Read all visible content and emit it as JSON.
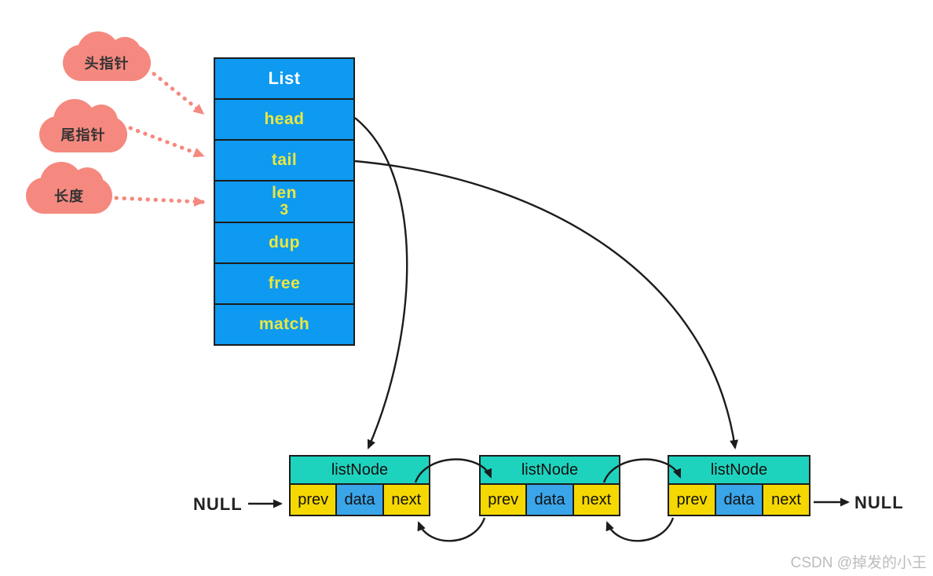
{
  "diagram": {
    "pointers": [
      {
        "label": "头指针",
        "target": "head"
      },
      {
        "label": "尾指针",
        "target": "tail"
      },
      {
        "label": "长度",
        "target": "len"
      }
    ],
    "list": {
      "title": "List",
      "fields": [
        {
          "name": "head"
        },
        {
          "name": "tail"
        },
        {
          "name": "len",
          "value": "3"
        },
        {
          "name": "dup"
        },
        {
          "name": "free"
        },
        {
          "name": "match"
        }
      ]
    },
    "nodes": [
      {
        "title": "listNode",
        "cells": [
          "prev",
          "data",
          "next"
        ]
      },
      {
        "title": "listNode",
        "cells": [
          "prev",
          "data",
          "next"
        ]
      },
      {
        "title": "listNode",
        "cells": [
          "prev",
          "data",
          "next"
        ]
      }
    ],
    "null_left": "NULL",
    "null_right": "NULL"
  },
  "watermark": "CSDN @掉发的小王",
  "colors": {
    "list_blue": "#0d9af0",
    "field_text_yellow": "#ece73e",
    "node_teal": "#1ed3be",
    "cell_yellow": "#f5d801",
    "cell_blue": "#3aa5e9",
    "cloud_pink": "#f5897f",
    "arrow_black": "#1c1c1c",
    "watermark_gray": "#bcbcbc"
  }
}
